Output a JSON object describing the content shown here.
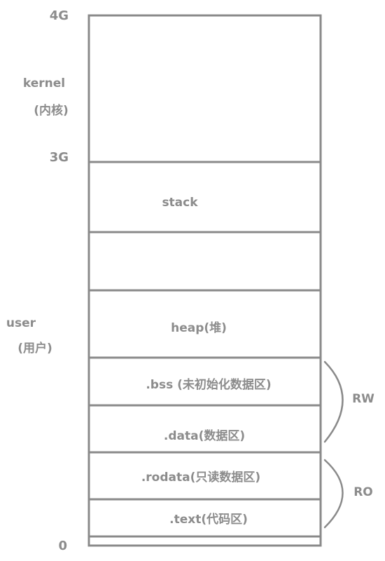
{
  "address_labels": {
    "top": "4G",
    "kernel_boundary": "3G",
    "bottom": "0"
  },
  "regions": {
    "kernel": {
      "name": "kernel",
      "note": "(内核)"
    },
    "user": {
      "name": "user",
      "note": "(用户)"
    }
  },
  "segments": {
    "kernel": "",
    "stack": "stack",
    "gap": "",
    "heap": "heap(堆)",
    "bss": ".bss (未初始化数据区)",
    "data": ".data(数据区)",
    "rodata": ".rodata(只读数据区)",
    "text": ".text(代码区)"
  },
  "groups": {
    "rw": "RW",
    "ro": "RO"
  }
}
